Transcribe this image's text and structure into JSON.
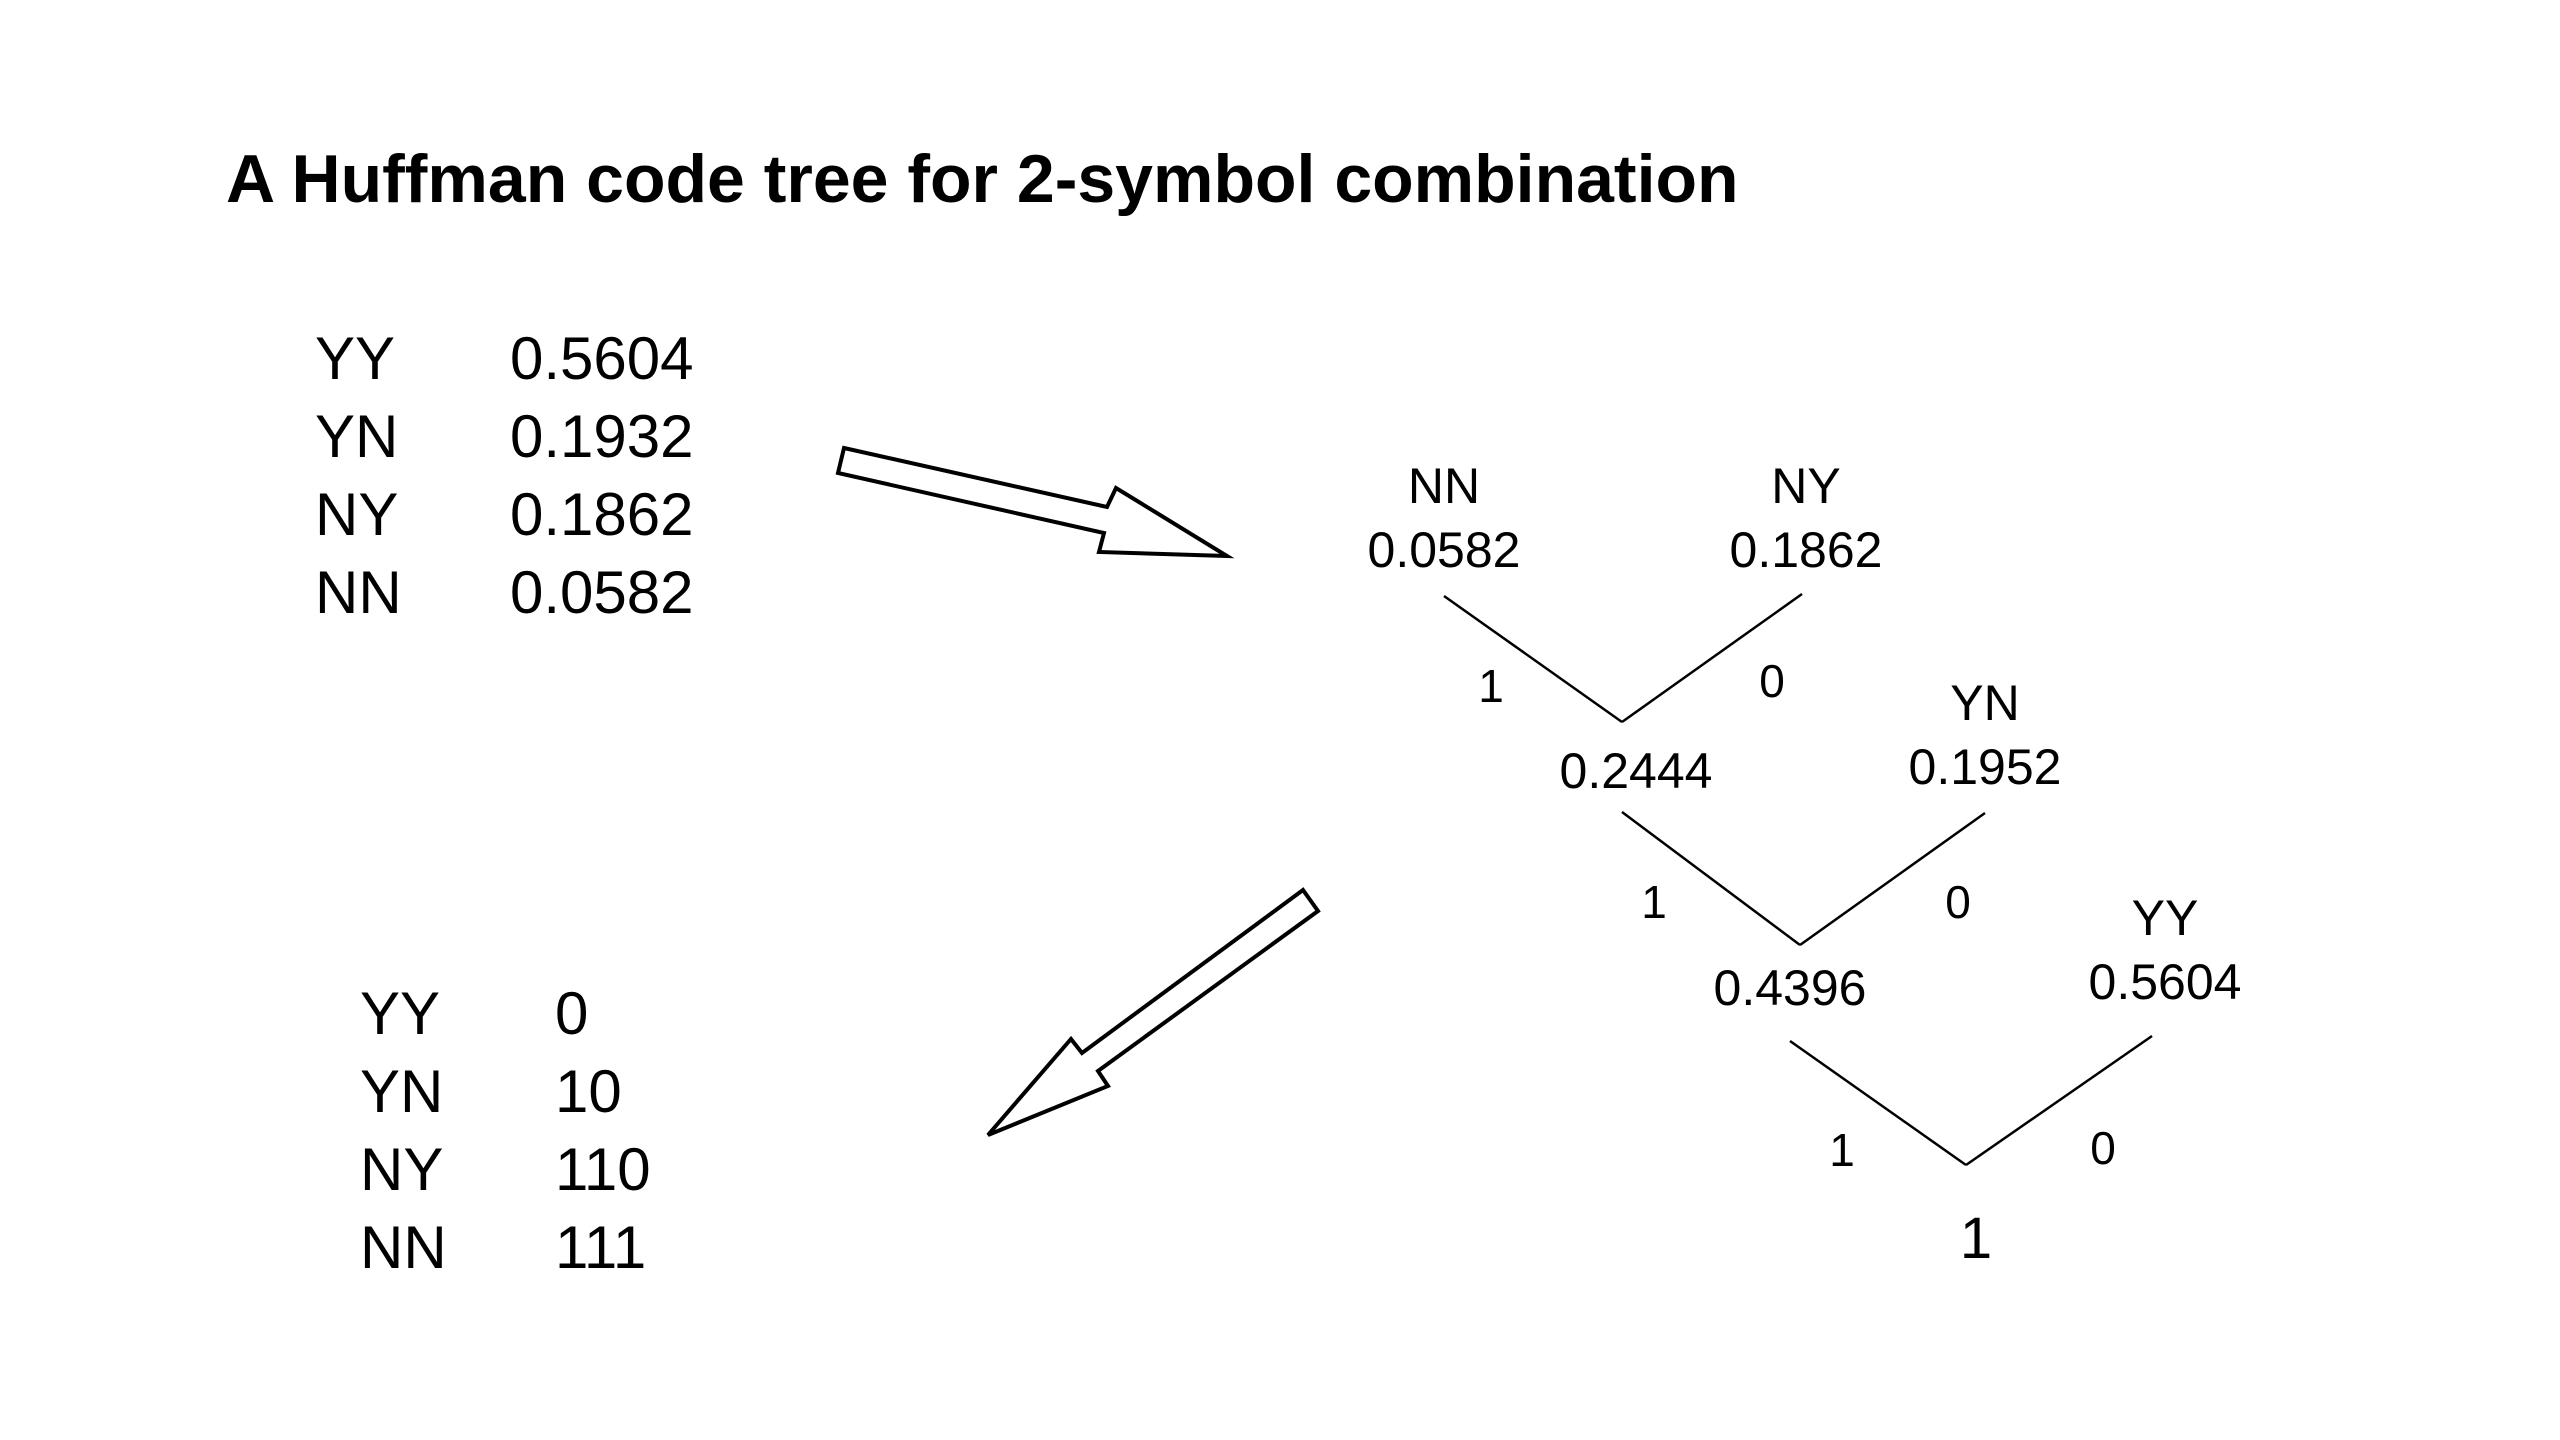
{
  "title": "A Huffman code tree for 2-symbol combination",
  "probabilities": [
    {
      "symbol": "YY",
      "value": "0.5604"
    },
    {
      "symbol": "YN",
      "value": "0.1932"
    },
    {
      "symbol": "NY",
      "value": "0.1862"
    },
    {
      "symbol": "NN",
      "value": "0.0582"
    }
  ],
  "codes": [
    {
      "symbol": "YY",
      "code": "0"
    },
    {
      "symbol": "YN",
      "code": "10"
    },
    {
      "symbol": "NY",
      "code": "110"
    },
    {
      "symbol": "NN",
      "code": "111"
    }
  ],
  "tree": {
    "leaves": {
      "nn": {
        "symbol": "NN",
        "prob": "0.0582"
      },
      "ny": {
        "symbol": "NY",
        "prob": "0.1862"
      },
      "yn": {
        "symbol": "YN",
        "prob": "0.1952"
      },
      "yy": {
        "symbol": "YY",
        "prob": "0.5604"
      }
    },
    "internal": {
      "n1": "0.2444",
      "n2": "0.4396",
      "root": "1"
    },
    "edge_labels": {
      "left": "1",
      "right": "0"
    }
  }
}
